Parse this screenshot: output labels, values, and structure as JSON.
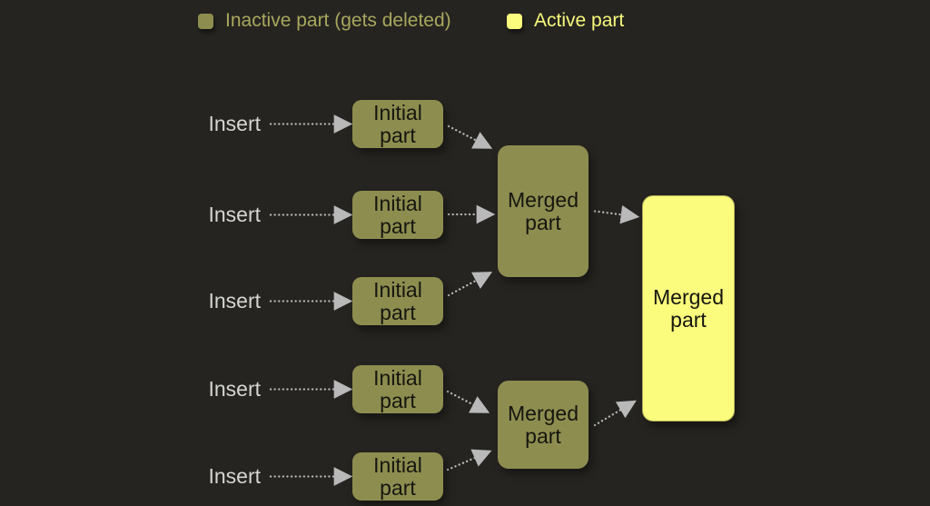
{
  "legend": {
    "inactive": {
      "label": "Inactive part (gets deleted)",
      "swatch_color": "#8d8d50",
      "text_color": "#a8a75e"
    },
    "active": {
      "label": "Active part",
      "swatch_color": "#fbfc7e",
      "text_color": "#f7f97c"
    }
  },
  "rows": [
    {
      "insert_label": "Insert",
      "part_label": "Initial part"
    },
    {
      "insert_label": "Insert",
      "part_label": "Initial part"
    },
    {
      "insert_label": "Insert",
      "part_label": "Initial part"
    },
    {
      "insert_label": "Insert",
      "part_label": "Initial part"
    },
    {
      "insert_label": "Insert",
      "part_label": "Initial part"
    }
  ],
  "merged": {
    "top": {
      "label": "Merged part"
    },
    "bottom": {
      "label": "Merged part"
    },
    "final": {
      "label": "Merged part"
    }
  },
  "colors": {
    "background": "#252420",
    "inactive_fill": "#8d8d50",
    "active_fill": "#fbfb7d",
    "node_text": "#16160f",
    "insert_text": "#d5d5d3",
    "arrow": "#b9b9b9"
  }
}
